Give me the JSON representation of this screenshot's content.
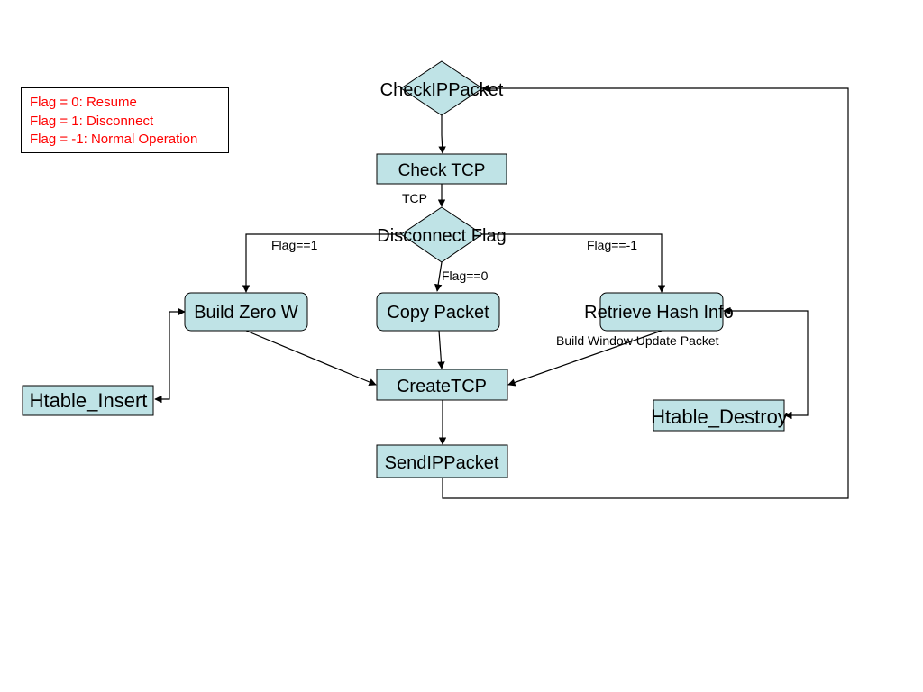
{
  "legend": {
    "lines": [
      "Flag = 0: Resume",
      "Flag = 1: Disconnect",
      "Flag = -1: Normal Operation"
    ],
    "text_color": "#ff0000"
  },
  "nodes": {
    "check_ip_packet": "CheckIPPacket",
    "check_tcp": "Check TCP",
    "disconnect_flag": "Disconnect Flag",
    "build_zero_w": "Build Zero W",
    "copy_packet": "Copy Packet",
    "retrieve_hash_info": "Retrieve Hash Info",
    "htable_insert": "Htable_Insert",
    "create_tcp": "CreateTCP",
    "htable_destroy": "Htable_Destroy",
    "send_ip_packet": "SendIPPacket"
  },
  "edge_labels": {
    "tcp": "TCP",
    "flag_eq_1": "Flag==1",
    "flag_eq_0": "Flag==0",
    "flag_eq_neg1": "Flag==-1",
    "build_window_update": "Build Window Update Packet"
  },
  "colors": {
    "node_fill": "#bfe3e6",
    "stroke": "#000000"
  }
}
